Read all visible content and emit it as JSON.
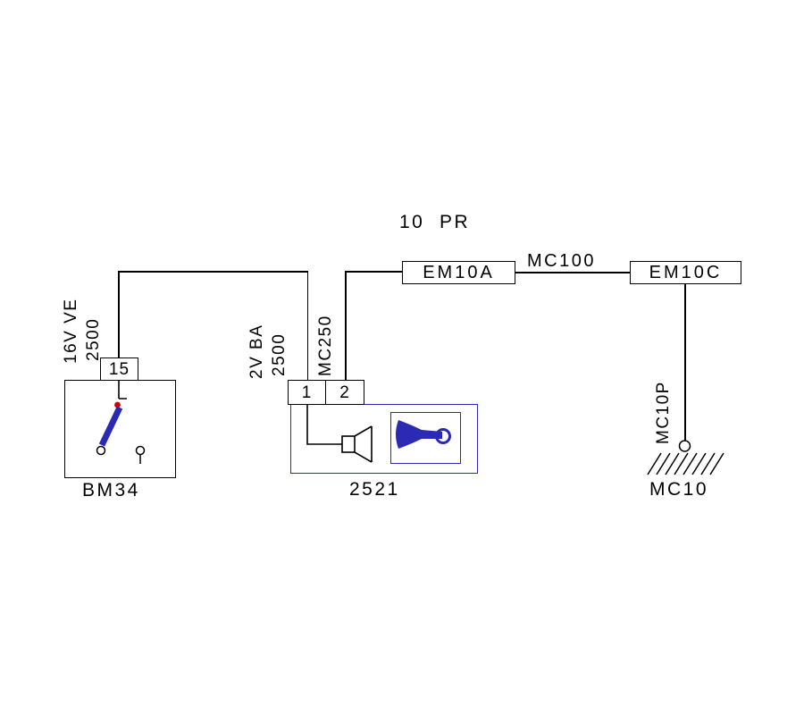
{
  "title_label": "10  PR",
  "connectors": {
    "em10a": "EM10A",
    "em10c": "EM10C",
    "mc100": "MC100"
  },
  "ground": {
    "wire": "MC10P",
    "label": "MC10"
  },
  "switch_unit": {
    "pin": "15",
    "label": "BM34",
    "wire_color": "16V VE",
    "wire_number": "2500"
  },
  "horn_unit": {
    "pin1": "1",
    "pin2": "2",
    "label": "2521",
    "wire1_color": "2V BA",
    "wire1_number": "2500",
    "wire2": "MC250"
  },
  "colors": {
    "wire": "#000000",
    "component_blue": "#2a2ab5",
    "contact_red": "#cc0000"
  }
}
